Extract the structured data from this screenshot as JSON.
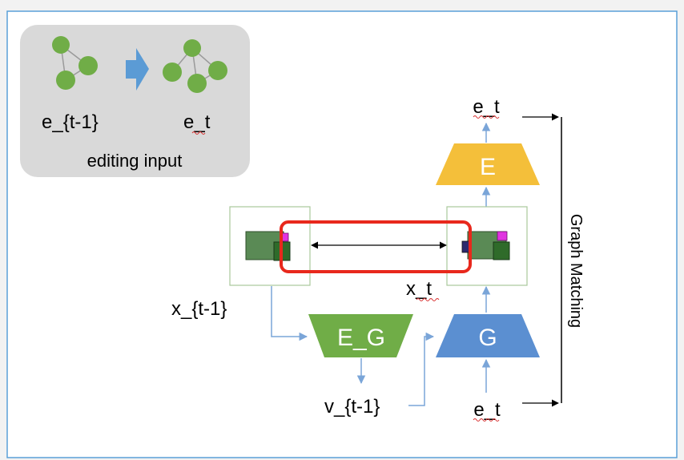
{
  "editing_panel": {
    "label_prev": "e_{t-1}",
    "label_curr": "e_t",
    "caption": "editing input"
  },
  "labels": {
    "e_t_top": "e_t",
    "e_t_bottom": "e_t",
    "x_prev": "x_{t-1}",
    "x_t": "x_t",
    "v_prev": "v_{t-1}",
    "graph_matching": "Graph Matching"
  },
  "blocks": {
    "encoder_e": "E",
    "encoder_g": "E_G",
    "generator": "G"
  },
  "colors": {
    "node_green": "#70ad47",
    "panel_gray": "#d9d9d9",
    "decoder_yellow": "#f4bf3a",
    "encoder_green": "#70ad47",
    "generator_blue": "#5b8fd1",
    "highlight_red": "#e8281c",
    "arrow_blue": "#7aa5d8",
    "feature_dark_green": "#2f6b2a",
    "feature_mid_green": "#5a8a55",
    "feature_magenta": "#e033e0",
    "feature_navy": "#2b2a6e"
  }
}
